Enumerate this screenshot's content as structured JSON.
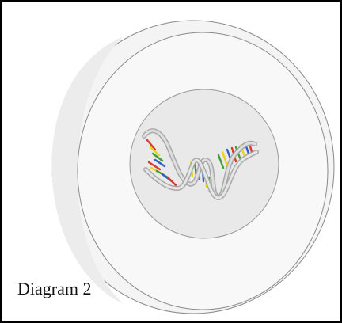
{
  "caption": "Diagram 2",
  "colors": {
    "frame": "#000000",
    "outline": "#8a8a8a",
    "crescent": "#f4f4f4",
    "face": "#f7f7f7",
    "inner_disc": "#e8e8e8",
    "ribbon": "#cfcfcf",
    "base_red": "#d83a2e",
    "base_yellow": "#e8d21a",
    "base_green": "#3f9e3a",
    "base_blue": "#2f5fc4"
  },
  "icons": {
    "outer_disc": "cell-disc-outline",
    "inner_disc": "nucleus-disc",
    "molecule": "dna-double-helix-icon"
  }
}
